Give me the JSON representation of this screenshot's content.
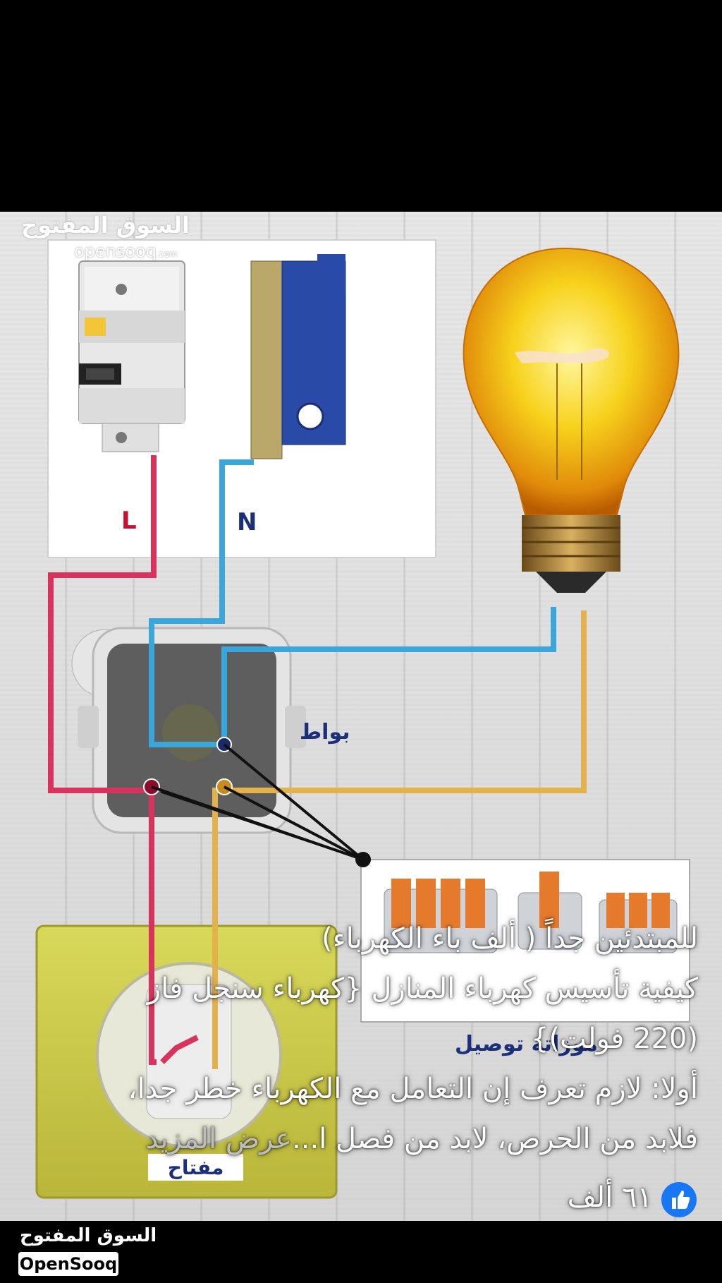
{
  "watermark": {
    "arabic": "السوق المفتوح",
    "latin": "opensooq",
    "suffix": ".com"
  },
  "labels": {
    "phase": "L",
    "neutral": "N",
    "junction_box": "بواط",
    "connectors": "موزاتة توصيل",
    "switch": "مفتاح"
  },
  "post": {
    "line1": "للمبتدئين جداً ( ألف باء الكهرباء)",
    "line2": "كيفية تأسيس كهرباء المنازل {كهرباء سنجل فاز",
    "line3": "(220 فولت)}",
    "line4": "أولا: لازم تعرف إن التعامل مع الكهرباء خطر جدا،",
    "line5": "فلابد من الحرص، لابد من فصل ا...",
    "see_more": "عرض المزيد",
    "reactions": "٦١ ألف"
  },
  "footer": {
    "arabic": "السوق المفتوح",
    "latin": "OpenSooq"
  },
  "colors": {
    "phase_wire": "#d8335c",
    "neutral_wire": "#3aa6da",
    "return_wire": "#e3b24c",
    "like": "#1877f2"
  }
}
